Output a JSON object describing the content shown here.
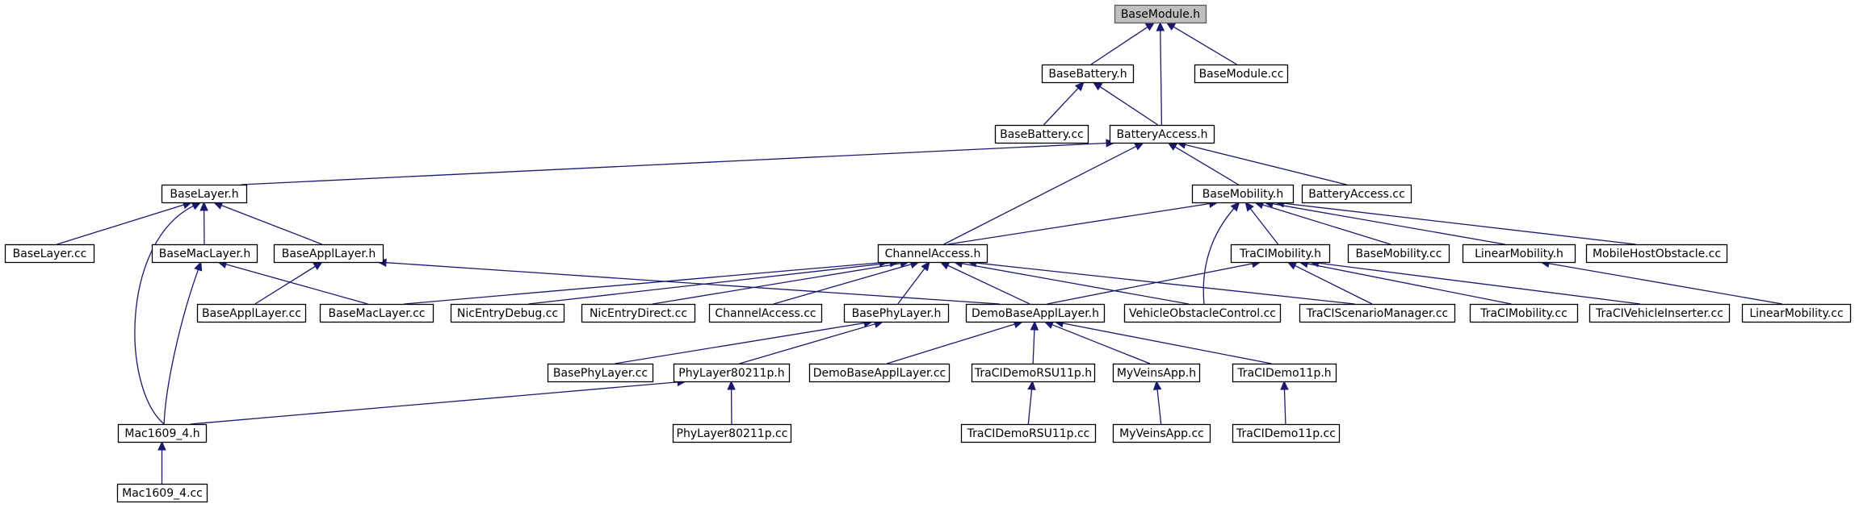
{
  "diagram": {
    "colors": {
      "edge": "#191970",
      "root_fill": "#bfbfbf",
      "node_fill": "#ffffff",
      "node_stroke": "#000000"
    },
    "nodes": [
      {
        "id": "basemodule_h",
        "label": "BaseModule.h",
        "root": true
      },
      {
        "id": "basebattery_h",
        "label": "BaseBattery.h"
      },
      {
        "id": "basemodule_cc",
        "label": "BaseModule.cc"
      },
      {
        "id": "basebattery_cc",
        "label": "BaseBattery.cc"
      },
      {
        "id": "batteryaccess_h",
        "label": "BatteryAccess.h"
      },
      {
        "id": "baselayer_h",
        "label": "BaseLayer.h"
      },
      {
        "id": "basemobility_h",
        "label": "BaseMobility.h"
      },
      {
        "id": "batteryaccess_cc",
        "label": "BatteryAccess.cc"
      },
      {
        "id": "baselayer_cc",
        "label": "BaseLayer.cc"
      },
      {
        "id": "basemaclayer_h",
        "label": "BaseMacLayer.h"
      },
      {
        "id": "baseappllayer_h",
        "label": "BaseApplLayer.h"
      },
      {
        "id": "channelaccess_h",
        "label": "ChannelAccess.h"
      },
      {
        "id": "tracimobility_h",
        "label": "TraCIMobility.h"
      },
      {
        "id": "basemobility_cc",
        "label": "BaseMobility.cc"
      },
      {
        "id": "linearmobility_h",
        "label": "LinearMobility.h"
      },
      {
        "id": "mobilehostobstacle_cc",
        "label": "MobileHostObstacle.cc"
      },
      {
        "id": "baseappllayer_cc",
        "label": "BaseApplLayer.cc"
      },
      {
        "id": "basemaclayer_cc",
        "label": "BaseMacLayer.cc"
      },
      {
        "id": "nicentrydebug_cc",
        "label": "NicEntryDebug.cc"
      },
      {
        "id": "nicentrydirect_cc",
        "label": "NicEntryDirect.cc"
      },
      {
        "id": "channelaccess_cc",
        "label": "ChannelAccess.cc"
      },
      {
        "id": "basephylayer_h",
        "label": "BasePhyLayer.h"
      },
      {
        "id": "demobaseappllayer_h",
        "label": "DemoBaseApplLayer.h"
      },
      {
        "id": "vehicleobstaclecontrol_cc",
        "label": "VehicleObstacleControl.cc"
      },
      {
        "id": "traciscenariomanager_cc",
        "label": "TraCIScenarioManager.cc"
      },
      {
        "id": "tracimobility_cc",
        "label": "TraCIMobility.cc"
      },
      {
        "id": "tracivehicleinserter_cc",
        "label": "TraCIVehicleInserter.cc"
      },
      {
        "id": "linearmobility_cc",
        "label": "LinearMobility.cc"
      },
      {
        "id": "basephylayer_cc",
        "label": "BasePhyLayer.cc"
      },
      {
        "id": "phylayer80211p_h",
        "label": "PhyLayer80211p.h"
      },
      {
        "id": "demobaseappllayer_cc",
        "label": "DemoBaseApplLayer.cc"
      },
      {
        "id": "tracidemorsu11p_h",
        "label": "TraCIDemoRSU11p.h"
      },
      {
        "id": "myveinsapp_h",
        "label": "MyVeinsApp.h"
      },
      {
        "id": "tracidemo11p_h",
        "label": "TraCIDemo11p.h"
      },
      {
        "id": "mac1609_4_h",
        "label": "Mac1609_4.h"
      },
      {
        "id": "phylayer80211p_cc",
        "label": "PhyLayer80211p.cc"
      },
      {
        "id": "tracidemorsu11p_cc",
        "label": "TraCIDemoRSU11p.cc"
      },
      {
        "id": "myveinsapp_cc",
        "label": "MyVeinsApp.cc"
      },
      {
        "id": "tracidemo11p_cc",
        "label": "TraCIDemo11p.cc"
      },
      {
        "id": "mac1609_4_cc",
        "label": "Mac1609_4.cc"
      }
    ],
    "edges": [
      {
        "from": "basemodule_h",
        "to": "basebattery_h"
      },
      {
        "from": "basemodule_h",
        "to": "batteryaccess_h"
      },
      {
        "from": "basemodule_h",
        "to": "basemodule_cc"
      },
      {
        "from": "basebattery_h",
        "to": "basebattery_cc"
      },
      {
        "from": "basebattery_h",
        "to": "batteryaccess_h"
      },
      {
        "from": "batteryaccess_h",
        "to": "baselayer_h"
      },
      {
        "from": "batteryaccess_h",
        "to": "channelaccess_h"
      },
      {
        "from": "batteryaccess_h",
        "to": "basemobility_h"
      },
      {
        "from": "batteryaccess_h",
        "to": "batteryaccess_cc"
      },
      {
        "from": "baselayer_h",
        "to": "baselayer_cc"
      },
      {
        "from": "baselayer_h",
        "to": "basemaclayer_h"
      },
      {
        "from": "baselayer_h",
        "to": "baseappllayer_h"
      },
      {
        "from": "baselayer_h",
        "to": "mac1609_4_h"
      },
      {
        "from": "basemobility_h",
        "to": "channelaccess_h"
      },
      {
        "from": "basemobility_h",
        "to": "vehicleobstaclecontrol_cc"
      },
      {
        "from": "basemobility_h",
        "to": "tracimobility_h"
      },
      {
        "from": "basemobility_h",
        "to": "basemobility_cc"
      },
      {
        "from": "basemobility_h",
        "to": "linearmobility_h"
      },
      {
        "from": "basemobility_h",
        "to": "mobilehostobstacle_cc"
      },
      {
        "from": "basemaclayer_h",
        "to": "basemaclayer_cc"
      },
      {
        "from": "basemaclayer_h",
        "to": "mac1609_4_h"
      },
      {
        "from": "baseappllayer_h",
        "to": "baseappllayer_cc"
      },
      {
        "from": "baseappllayer_h",
        "to": "demobaseappllayer_h"
      },
      {
        "from": "channelaccess_h",
        "to": "basemaclayer_cc"
      },
      {
        "from": "channelaccess_h",
        "to": "nicentrydebug_cc"
      },
      {
        "from": "channelaccess_h",
        "to": "nicentrydirect_cc"
      },
      {
        "from": "channelaccess_h",
        "to": "channelaccess_cc"
      },
      {
        "from": "channelaccess_h",
        "to": "basephylayer_h"
      },
      {
        "from": "channelaccess_h",
        "to": "demobaseappllayer_h"
      },
      {
        "from": "channelaccess_h",
        "to": "vehicleobstaclecontrol_cc"
      },
      {
        "from": "channelaccess_h",
        "to": "traciscenariomanager_cc"
      },
      {
        "from": "tracimobility_h",
        "to": "demobaseappllayer_h"
      },
      {
        "from": "tracimobility_h",
        "to": "traciscenariomanager_cc"
      },
      {
        "from": "tracimobility_h",
        "to": "tracimobility_cc"
      },
      {
        "from": "tracimobility_h",
        "to": "tracivehicleinserter_cc"
      },
      {
        "from": "linearmobility_h",
        "to": "linearmobility_cc"
      },
      {
        "from": "basephylayer_h",
        "to": "basephylayer_cc"
      },
      {
        "from": "basephylayer_h",
        "to": "phylayer80211p_h"
      },
      {
        "from": "demobaseappllayer_h",
        "to": "demobaseappllayer_cc"
      },
      {
        "from": "demobaseappllayer_h",
        "to": "tracidemorsu11p_h"
      },
      {
        "from": "demobaseappllayer_h",
        "to": "myveinsapp_h"
      },
      {
        "from": "demobaseappllayer_h",
        "to": "tracidemo11p_h"
      },
      {
        "from": "phylayer80211p_h",
        "to": "mac1609_4_h"
      },
      {
        "from": "phylayer80211p_h",
        "to": "phylayer80211p_cc"
      },
      {
        "from": "tracidemorsu11p_h",
        "to": "tracidemorsu11p_cc"
      },
      {
        "from": "myveinsapp_h",
        "to": "myveinsapp_cc"
      },
      {
        "from": "tracidemo11p_h",
        "to": "tracidemo11p_cc"
      },
      {
        "from": "mac1609_4_h",
        "to": "mac1609_4_cc"
      }
    ]
  }
}
